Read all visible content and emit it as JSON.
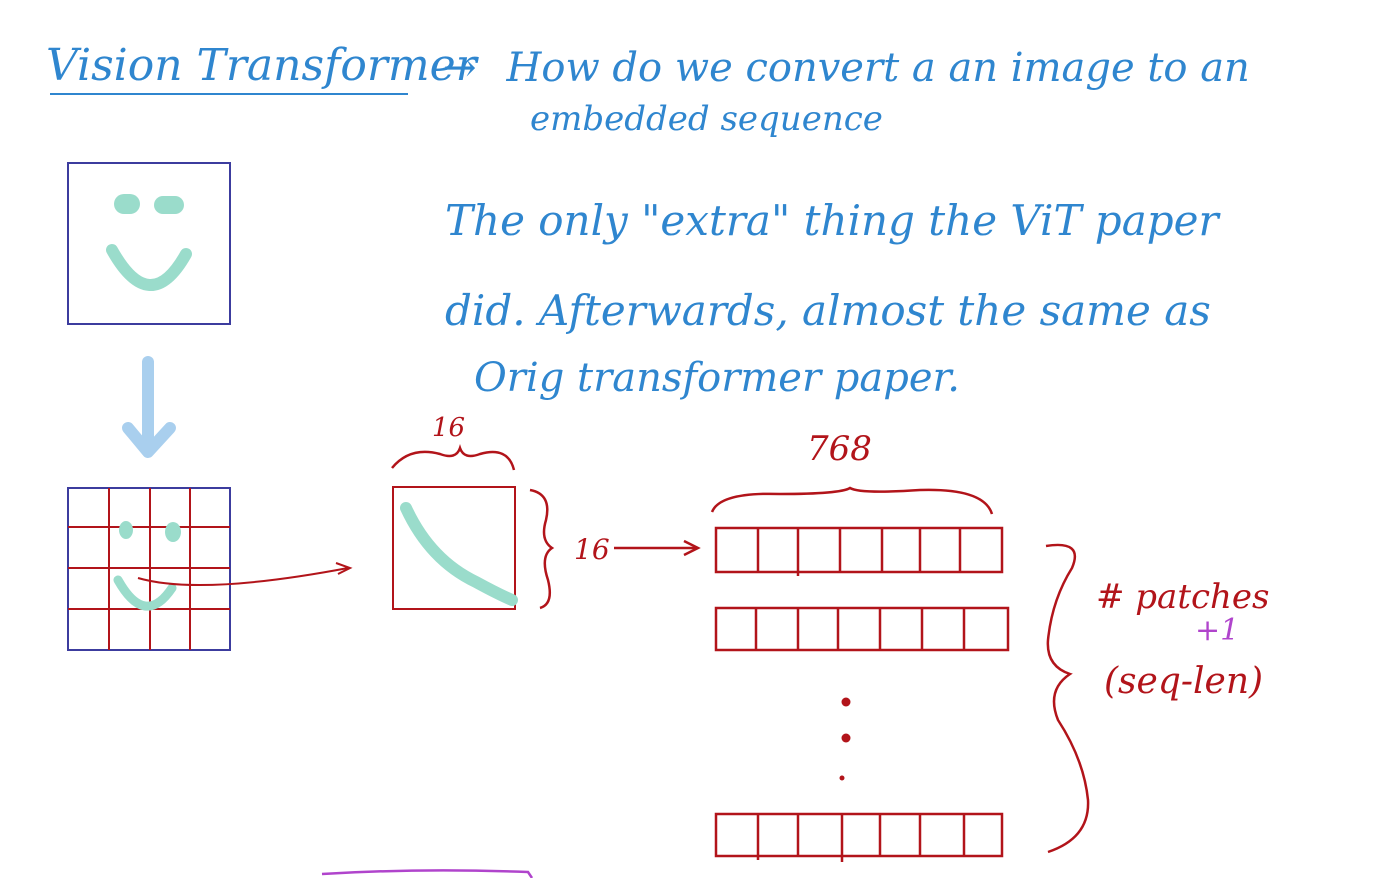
{
  "title": "Vision Transformer",
  "question": {
    "arrow": "→",
    "line1": "How do we convert a an image to an",
    "line2": "embedded sequence"
  },
  "note": {
    "line1": "The only \"extra\" thing the ViT paper",
    "line2": "did. Afterwards, almost the same as",
    "line3": "Orig transformer paper."
  },
  "patch": {
    "width_label": "16",
    "height_label": "16"
  },
  "embedding": {
    "dim_label": "768",
    "ellipsis": "⋮"
  },
  "sequence": {
    "label": "# patches",
    "plus": "+1",
    "sublabel": "(seq-len)"
  },
  "colors": {
    "blue": "#2f86cf",
    "red": "#b2141a",
    "teal": "#9adccb",
    "light_blue": "#a9cfee",
    "navy": "#3c3c9e",
    "purple": "#b044cc"
  }
}
